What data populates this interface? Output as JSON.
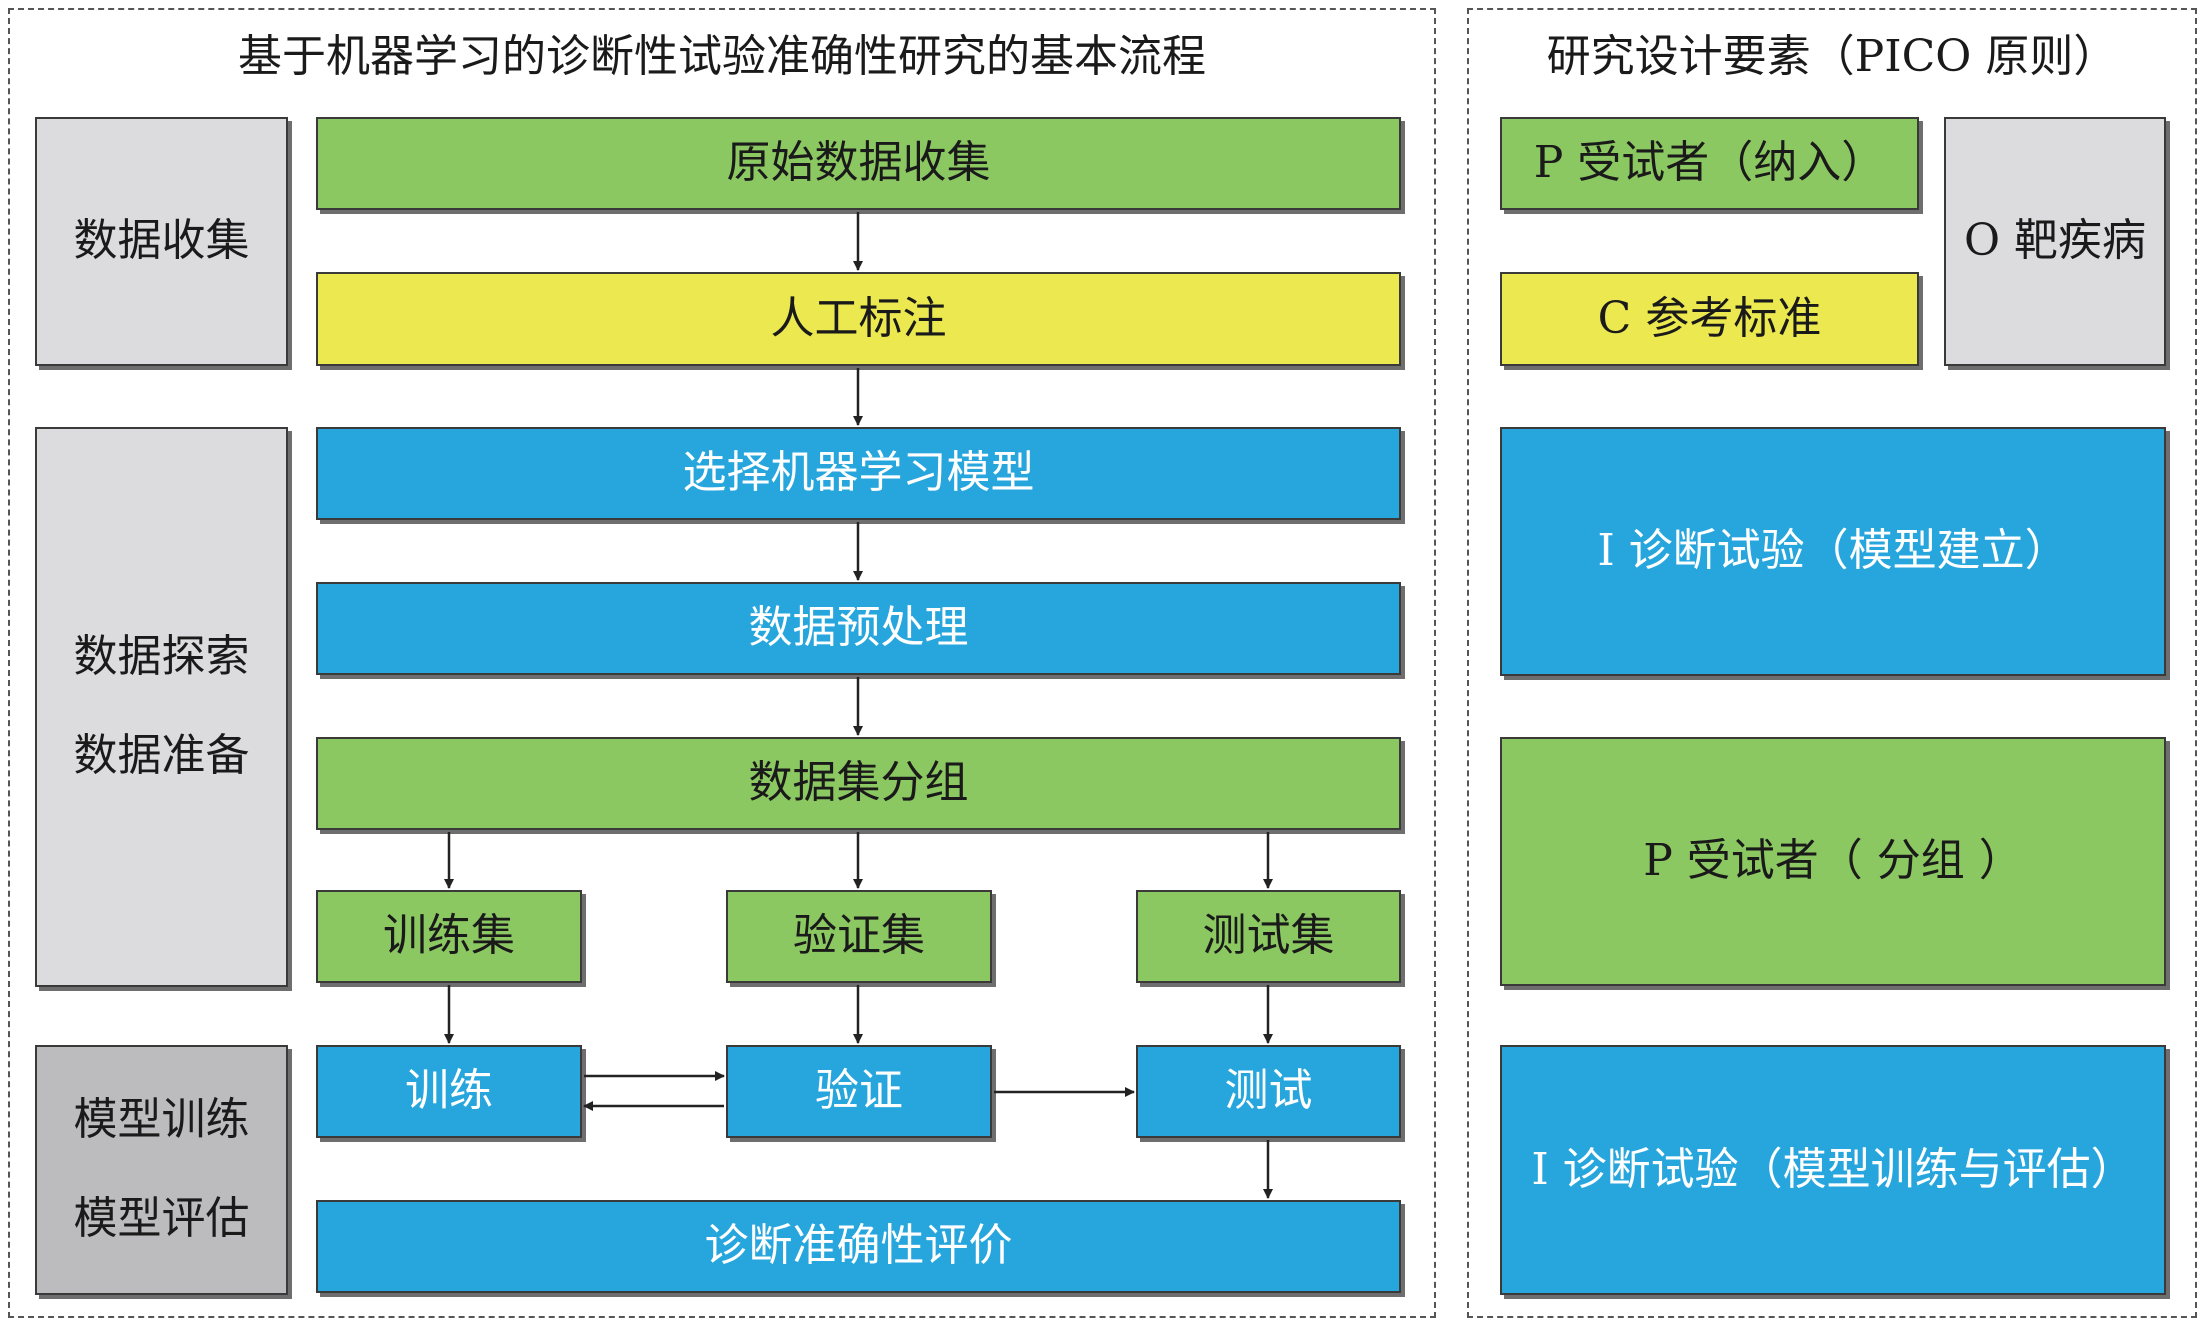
{
  "left_panel": {
    "title": "基于机器学习的诊断性试验准确性研究的基本流程",
    "stages": {
      "data_collection": "数据收集",
      "data_exploration": "数据探索",
      "data_preparation": "数据准备",
      "model_training": "模型训练",
      "model_evaluation": "模型评估"
    },
    "flow": {
      "raw_data": "原始数据收集",
      "annotation": "人工标注",
      "select_model": "选择机器学习模型",
      "preprocess": "数据预处理",
      "split": "数据集分组",
      "train_set": "训练集",
      "val_set": "验证集",
      "test_set": "测试集",
      "train": "训练",
      "validate": "验证",
      "test": "测试",
      "evaluation": "诊断准确性评价"
    }
  },
  "right_panel": {
    "title": "研究设计要素（PICO 原则）",
    "items": {
      "p_inclusion": "P 受试者（纳入）",
      "c_reference": "C 参考标准",
      "o_disease": "O 靶疾病",
      "i_model_build": "I 诊断试验（模型建立）",
      "p_grouping": "P 受试者（ 分组 ）",
      "i_model_train_eval": "I 诊断试验（模型训练与评估）"
    }
  },
  "colors": {
    "green": "#8cc862",
    "yellow": "#ece84f",
    "blue": "#26a6dd",
    "light_gray": "#dcdcde",
    "dark_gray": "#bcbcbe",
    "arrow": "#222222"
  }
}
